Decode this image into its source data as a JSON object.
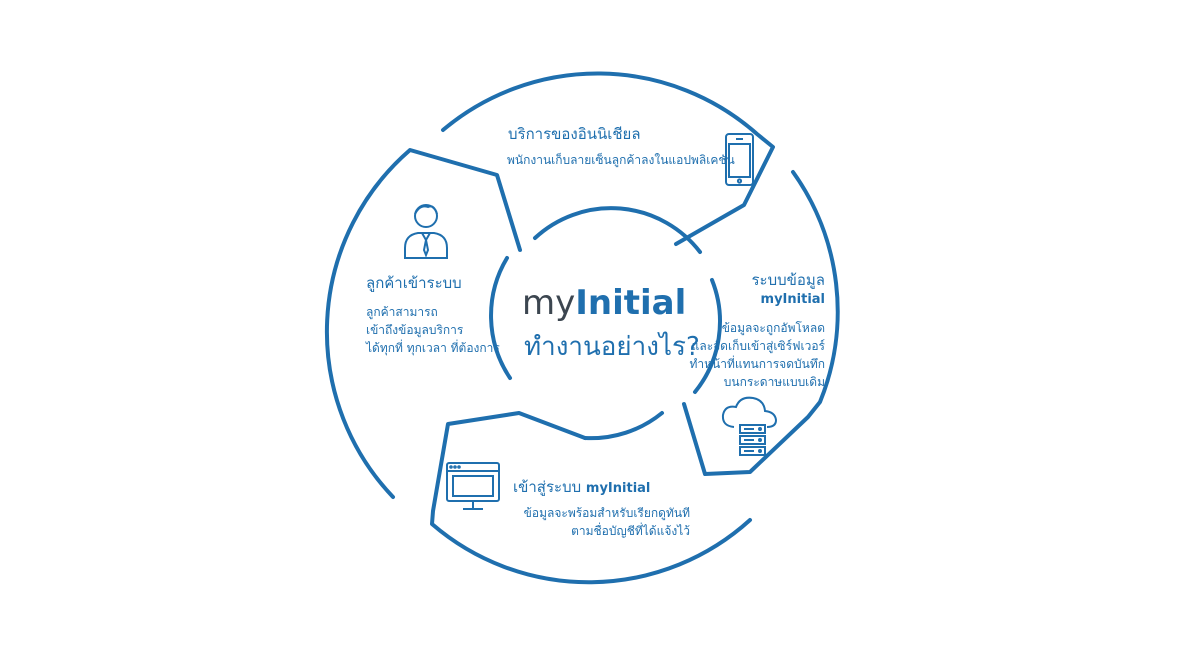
{
  "colors": {
    "primary": "#1f6fae",
    "dark": "#3c4650",
    "background": "#ffffff"
  },
  "center": {
    "title_prefix": "my",
    "title_brand": "Initial",
    "subtitle": "ทำงานอย่างไร?"
  },
  "segments": {
    "top": {
      "title": "บริการของอินนิเชียล",
      "body": [
        "พนักงานเก็บลายเซ็นลูกค้าลงในแอปพลิเคชัน"
      ],
      "icon": "smartphone-icon"
    },
    "right": {
      "title": "ระบบข้อมูล",
      "brand": "myInitial",
      "body": [
        "ข้อมูลจะถูกอัพโหลด",
        "และจัดเก็บเข้าสู่เซิร์ฟเวอร์",
        "ทำหน้าที่แทนการจดบันทึก",
        "บนกระดาษแบบเดิม"
      ],
      "icon": "cloud-server-icon"
    },
    "bottom": {
      "title": "เข้าสู่ระบบ",
      "brand": "myInitial",
      "body": [
        "ข้อมูลจะพร้อมสำหรับเรียกดูทันที",
        "ตามชื่อบัญชีที่ได้แจ้งไว้"
      ],
      "icon": "monitor-icon"
    },
    "left": {
      "title": "ลูกค้าเข้าระบบ",
      "body": [
        "ลูกค้าสามารถ",
        "เข้าถึงข้อมูลบริการ",
        "ได้ทุกที่ ทุกเวลา ที่ต้องการ"
      ],
      "icon": "businessman-icon"
    }
  }
}
